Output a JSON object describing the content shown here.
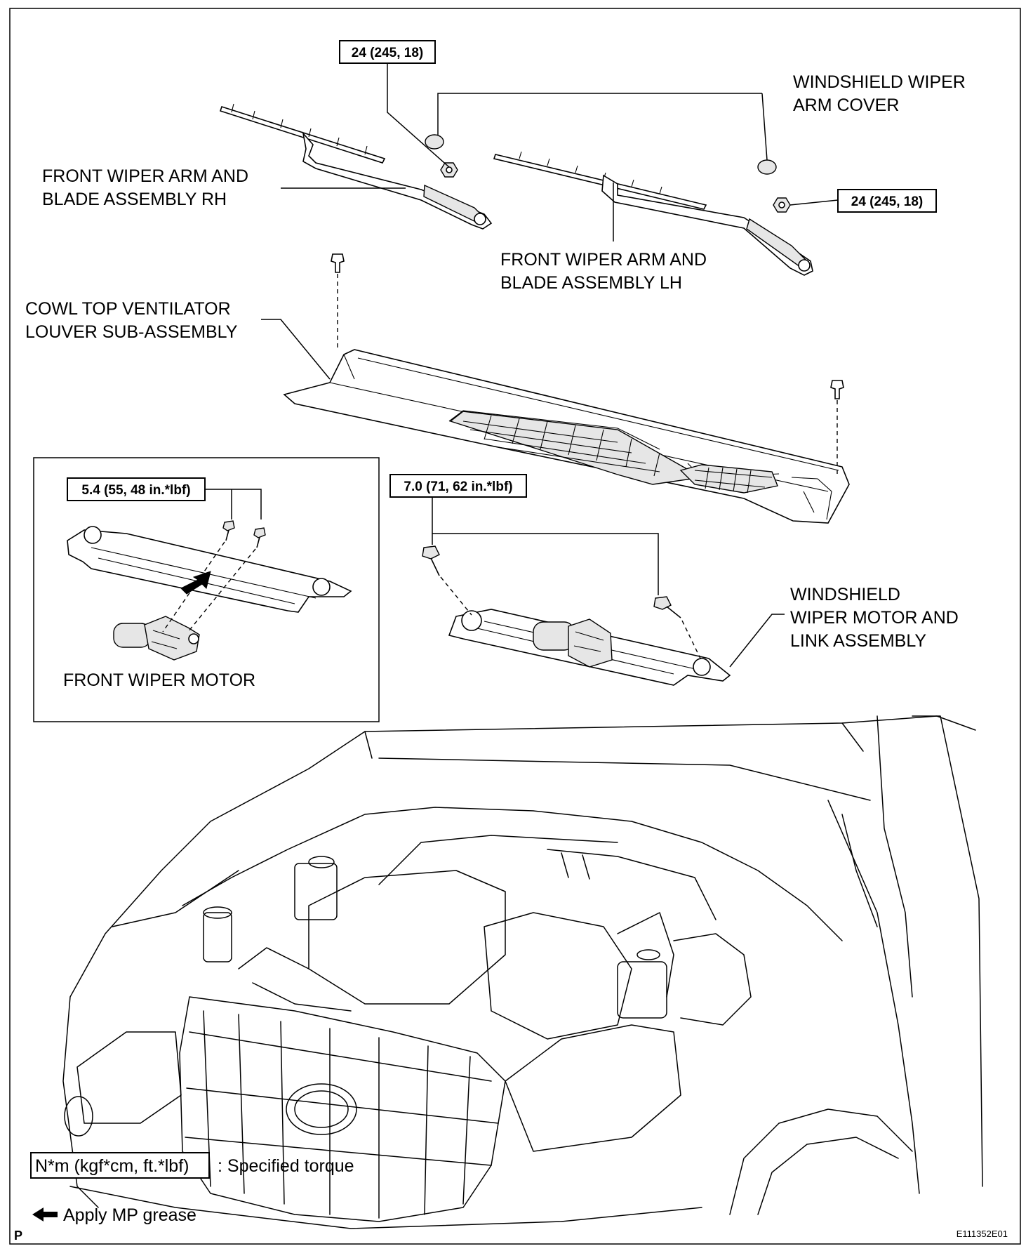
{
  "labels": {
    "cover": [
      "WINDSHIELD WIPER",
      "ARM COVER"
    ],
    "arm_rh": [
      "FRONT WIPER ARM AND",
      "BLADE ASSEMBLY RH"
    ],
    "arm_lh": [
      "FRONT WIPER ARM AND",
      "BLADE ASSEMBLY LH"
    ],
    "cowl": [
      "COWL TOP VENTILATOR",
      "LOUVER SUB-ASSEMBLY"
    ],
    "motor_link": [
      "WINDSHIELD",
      "WIPER MOTOR AND",
      "LINK ASSEMBLY"
    ],
    "front_motor": "FRONT WIPER MOTOR"
  },
  "torque": {
    "arm_rh_nut": "24 (245, 18)",
    "arm_lh_nut": "24 (245, 18)",
    "motor_screw": "5.4 (55, 48 in.*lbf)",
    "link_bolt": "7.0 (71, 62 in.*lbf)"
  },
  "legend": {
    "torque_unit": "N*m (kgf*cm, ft.*lbf)",
    "torque_desc": ": Specified torque",
    "grease_desc": "Apply MP grease"
  },
  "corner_mark": "P",
  "figure_code": "E111352E01"
}
